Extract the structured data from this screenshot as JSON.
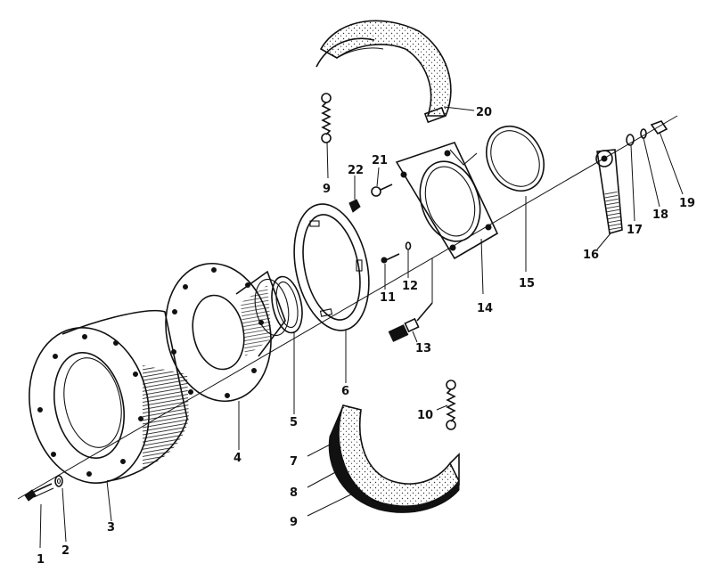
{
  "callouts": [
    "1",
    "2",
    "3",
    "4",
    "5",
    "6",
    "7",
    "8",
    "9",
    "9",
    "10",
    "11",
    "12",
    "13",
    "14",
    "15",
    "16",
    "17",
    "18",
    "19",
    "20",
    "21",
    "22"
  ],
  "colors": {
    "ink": "#111111",
    "paper": "#ffffff"
  }
}
